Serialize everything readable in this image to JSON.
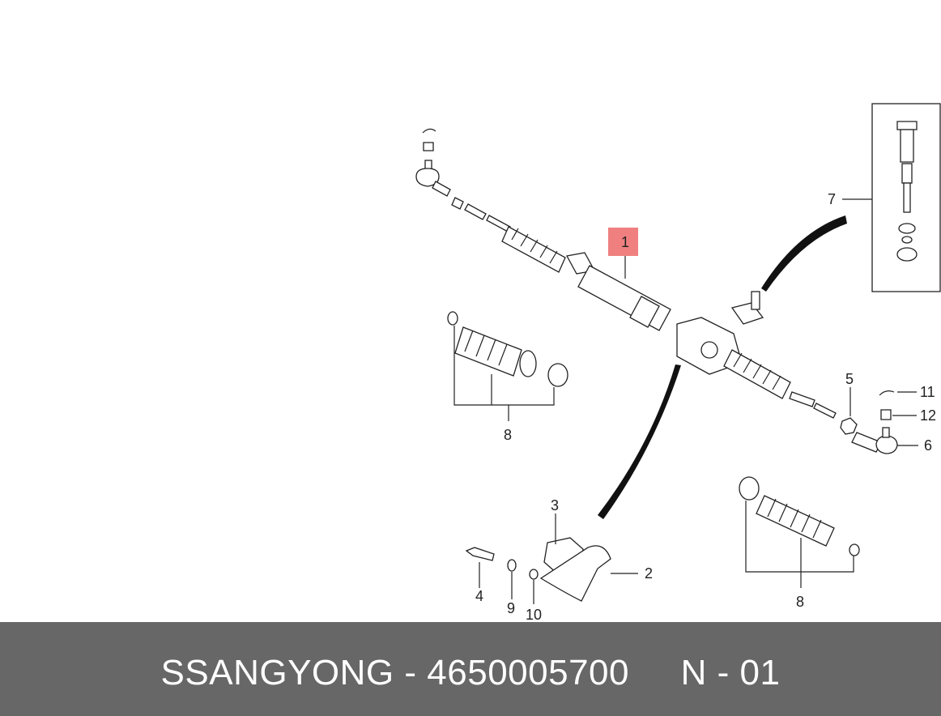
{
  "footer": {
    "brand": "SSANGYONG",
    "separator": "-",
    "part_number": "4650005700",
    "code": "N - 01"
  },
  "callouts": {
    "c1": "1",
    "c2": "2",
    "c3": "3",
    "c4": "4",
    "c5": "5",
    "c6": "6",
    "c7": "7",
    "c8a": "8",
    "c8b": "8",
    "c9": "9",
    "c10": "10",
    "c11": "11",
    "c12": "12"
  },
  "colors": {
    "footer_bg": "#676767",
    "highlight": "#f08080",
    "line": "#222222"
  }
}
